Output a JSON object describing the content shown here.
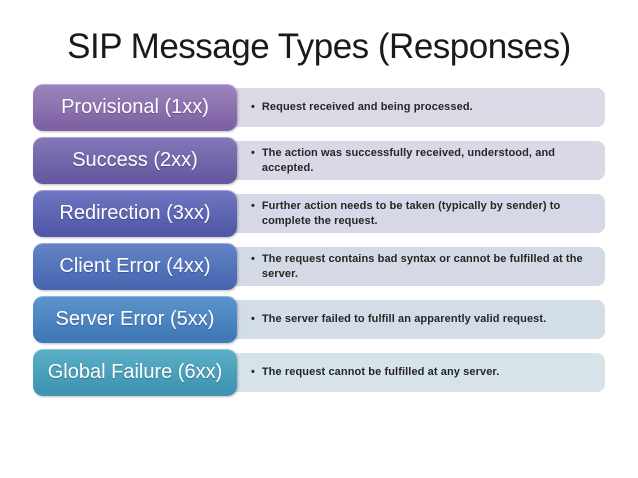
{
  "title": "SIP Message Types (Responses)",
  "bullet_char": "•",
  "rows": [
    {
      "label": "Provisional (1xx)",
      "description": "Request received and being processed.",
      "box_gradient_top": "#9d85bd",
      "box_gradient_bottom": "#7e62a4",
      "panel_bg": "#dcd9e6"
    },
    {
      "label": "Success (2xx)",
      "description": "The action was successfully received, understood, and accepted.",
      "box_gradient_top": "#8478ba",
      "box_gradient_bottom": "#655a9f",
      "panel_bg": "#dad8e7"
    },
    {
      "label": "Redirection (3xx)",
      "description": "Further action needs to be taken (typically by sender) to complete the request.",
      "box_gradient_top": "#7077c1",
      "box_gradient_bottom": "#5158a8",
      "panel_bg": "#d7d8e7"
    },
    {
      "label": "Client Error (4xx)",
      "description": "The request contains bad syntax or cannot be fulfilled at the server.",
      "box_gradient_top": "#6484c8",
      "box_gradient_bottom": "#4767b1",
      "panel_bg": "#d4d9e6"
    },
    {
      "label": "Server Error (5xx)",
      "description": "The server failed to fulfill an apparently valid request.",
      "box_gradient_top": "#5c94cc",
      "box_gradient_bottom": "#3f79b7",
      "panel_bg": "#d3dde8"
    },
    {
      "label": "Global Failure (6xx)",
      "description": "The request cannot be fulfilled at any server.",
      "box_gradient_top": "#5cafc8",
      "box_gradient_bottom": "#3e94b1",
      "panel_bg": "#d6e4ea"
    }
  ],
  "colors": {
    "title_text": "#1a1a1a",
    "label_text": "#ffffff",
    "description_text": "#262626",
    "background": "#ffffff"
  }
}
